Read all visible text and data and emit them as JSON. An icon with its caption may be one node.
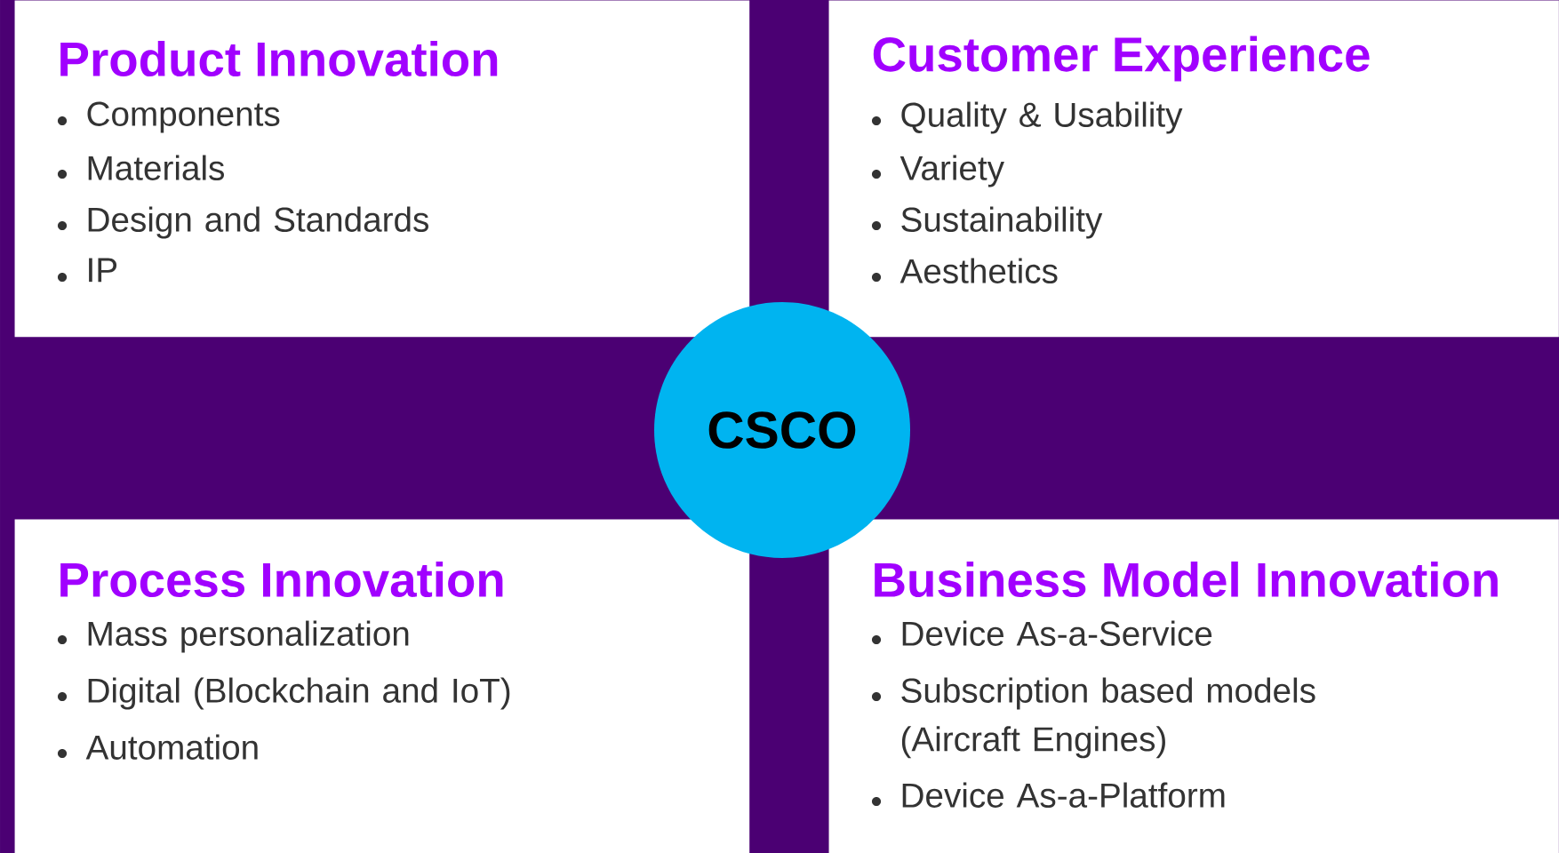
{
  "diagram": {
    "nodes": [
      {
        "text": [
          "Product Innovation",
          "Components",
          "Materials",
          "Design and Standards",
          "IP"
        ]
      },
      {
        "text": [
          "Customer Experience",
          "Quality & Usability",
          "Variety",
          "Sustainability",
          "Aesthetics"
        ]
      },
      {
        "text": [
          "Process Innovation",
          "Mass personalization",
          "Digital (Blockchain and IoT)",
          "Automation"
        ]
      },
      {
        "text": [
          "Business Model Innovation",
          "Device As-a-Service",
          "Subscription based models (Aircraft Engines)",
          "Device As-a-Platform"
        ]
      },
      {
        "text": [
          "CSCO"
        ]
      }
    ]
  }
}
